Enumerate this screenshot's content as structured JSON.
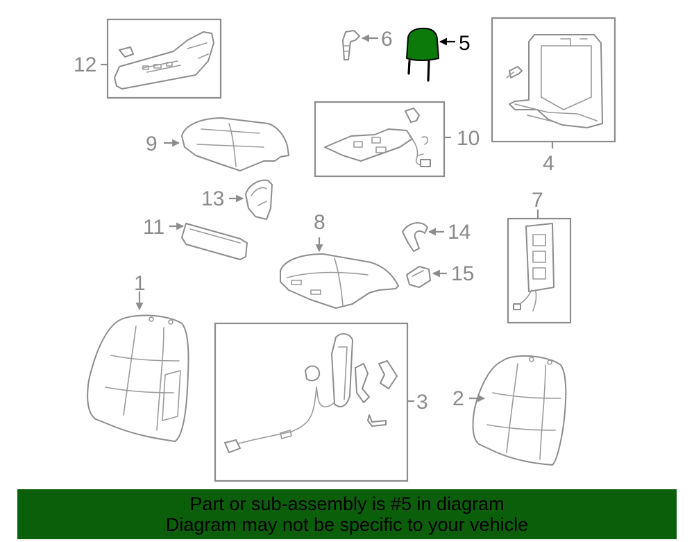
{
  "diagram": {
    "highlight_color": "#0b7a0b",
    "banner_color": "#0b5f0b",
    "callouts": {
      "c1": "1",
      "c2": "2",
      "c3": "3",
      "c4": "4",
      "c5": "5",
      "c6": "6",
      "c7": "7",
      "c8": "8",
      "c9": "9",
      "c10": "10",
      "c11": "11",
      "c12": "12",
      "c13": "13",
      "c14": "14",
      "c15": "15"
    },
    "highlighted_part": "5"
  },
  "banner": {
    "line1": "Part or sub-assembly is #5 in diagram",
    "line2": "Diagram may not be specific to your vehicle"
  }
}
